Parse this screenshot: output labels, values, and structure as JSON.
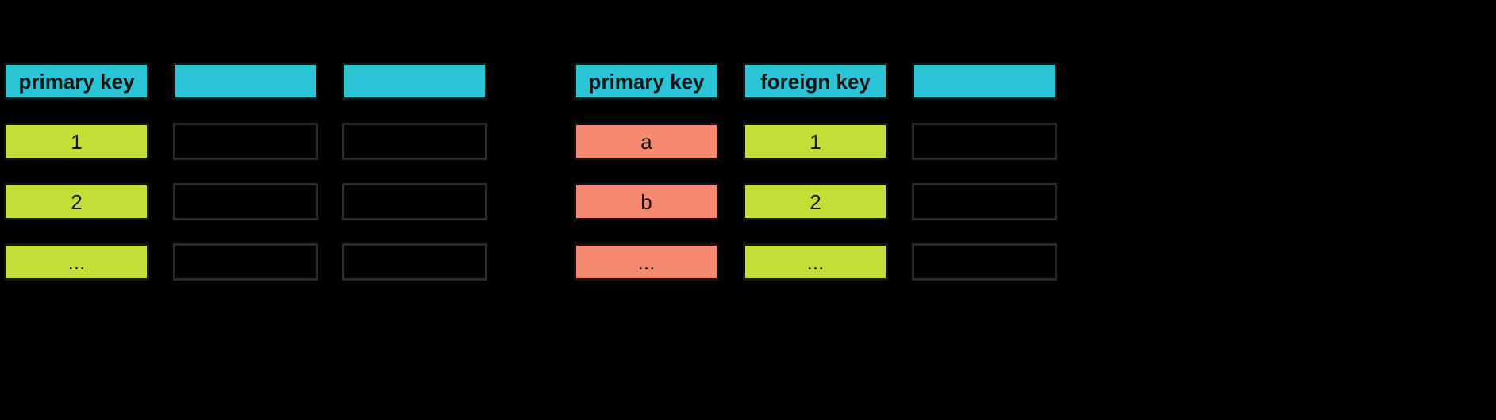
{
  "colors": {
    "cyan": "#29c5d6",
    "green": "#c1df37",
    "salmon": "#f58a6e",
    "background": "#000000"
  },
  "left_table": {
    "headers": [
      "primary key",
      "",
      ""
    ],
    "rows": [
      [
        "1",
        "",
        ""
      ],
      [
        "2",
        "",
        ""
      ],
      [
        "...",
        "",
        ""
      ]
    ]
  },
  "right_table": {
    "headers": [
      "primary key",
      "foreign key",
      ""
    ],
    "rows": [
      [
        "a",
        "1",
        ""
      ],
      [
        "b",
        "2",
        ""
      ],
      [
        "...",
        "...",
        ""
      ]
    ]
  }
}
